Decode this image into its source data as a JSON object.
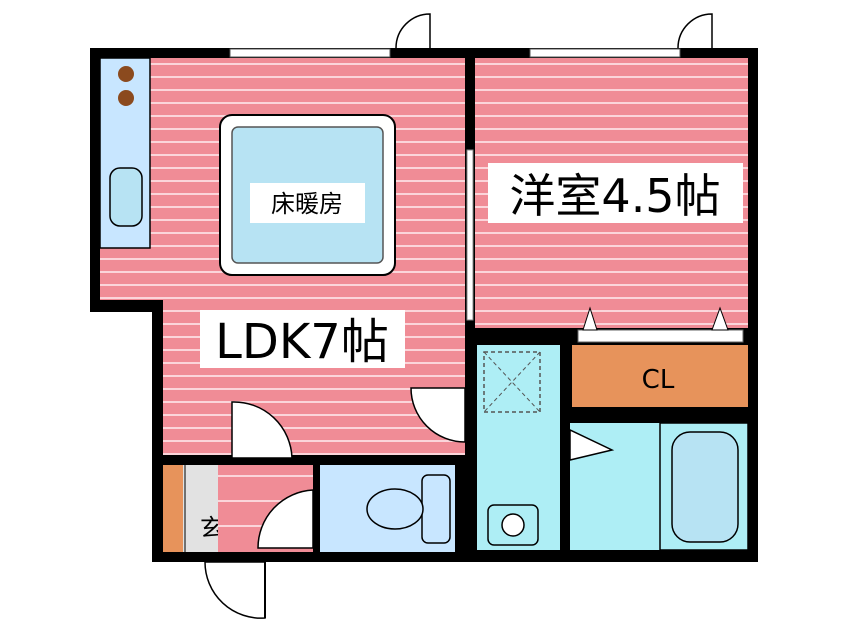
{
  "floorplan": {
    "rooms": {
      "ldk": {
        "label": "LDK7帖"
      },
      "western_room": {
        "label": "洋室4.5帖"
      },
      "floor_heating": {
        "label": "床暖房"
      },
      "closet": {
        "label": "CL"
      },
      "entrance": {
        "label": "玄"
      }
    },
    "colors": {
      "wall": "#000000",
      "floor_pink": "#f08c96",
      "floor_stripe": "#fbd5da",
      "wet_area": "#aeeef5",
      "heating_panel": "#b7e3f3",
      "closet_wood": "#e7935b",
      "entrance_floor": "#e2e2e2",
      "kitchen": "#c8e6ff"
    }
  }
}
